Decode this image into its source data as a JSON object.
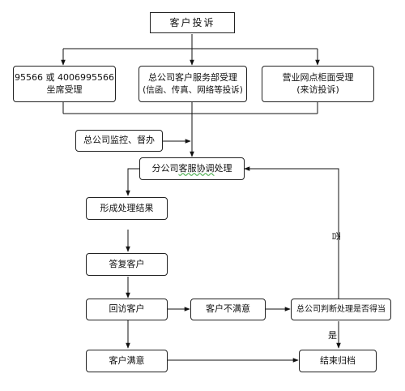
{
  "nodes": {
    "complaint": "客户投诉",
    "hotline": {
      "line1": "95566 或 4006995566",
      "line2": "坐席受理"
    },
    "hq_service": {
      "line1": "总公司客户服务部受理",
      "line2": "(信函、传真、网络等投诉)"
    },
    "counter": {
      "line1": "营业网点柜面受理",
      "line2": "(来访投诉)"
    },
    "hq_supervise": "总公司监控、督办",
    "branch_coord": {
      "text_a": "分公司",
      "text_b": "客服协调",
      "text_c": "处理"
    },
    "result": "形成处理结果",
    "reply": "答复客户",
    "revisit": "回访客户",
    "unsatisfied": "客户不满意",
    "judge": "总公司判断处理是否得当",
    "satisfied": "客户满意",
    "archive": "结束归档"
  },
  "edge_labels": {
    "no": "否",
    "yes": "是"
  }
}
